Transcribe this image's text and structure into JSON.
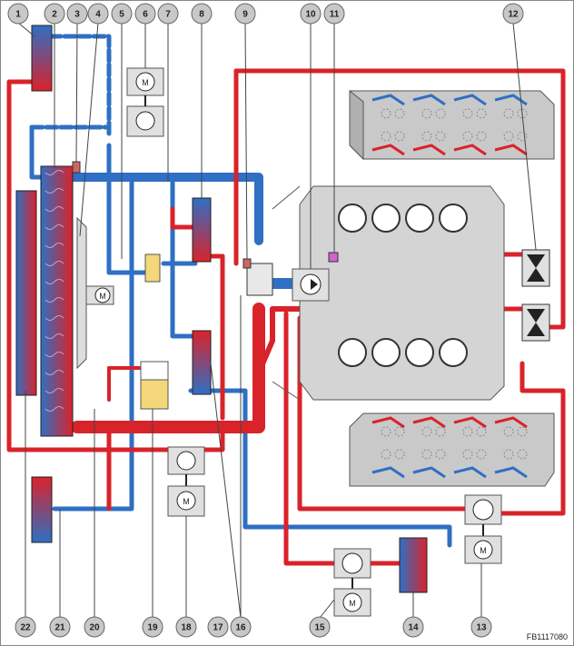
{
  "reference_code": "FB1117080",
  "top_callouts": [
    "1",
    "2",
    "3",
    "4",
    "5",
    "6",
    "7",
    "8",
    "9",
    "10",
    "11",
    "12"
  ],
  "bottom_callouts": [
    "22",
    "21",
    "20",
    "19",
    "18",
    "17",
    "16",
    "15",
    "14",
    "13"
  ],
  "motor_label": "M",
  "colors": {
    "hot": "#d9232a",
    "cold": "#2f6fc4",
    "callout_fill": "#c8c8c8",
    "component_fill": "#e0e0e0",
    "engine_fill": "#d4d4d4",
    "reservoir_fill": "#f4d77a"
  },
  "icons": [
    "radiator-icon",
    "heat-exchanger-icon",
    "pump-icon",
    "motor-icon",
    "fan-icon",
    "expansion-tank-icon",
    "thermostat-icon",
    "valve-icon",
    "engine-icon"
  ]
}
